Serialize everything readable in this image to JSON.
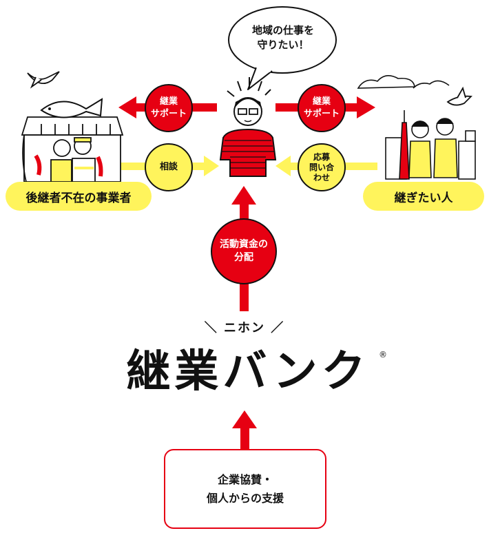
{
  "colors": {
    "red": "#e60012",
    "yellow": "#fff45c",
    "black": "#111111"
  },
  "speech_bubble": "地域の仕事を\n守りたい！",
  "left_red_circle": "継業\nサポート",
  "right_red_circle": "継業\nサポート",
  "left_yellow_circle": "相談",
  "right_yellow_circle": "応募\n問い合\nわせ",
  "left_pill": "後継者不在の事業者",
  "right_pill": "継ぎたい人",
  "center_red_circle": "活動資金の\n分配",
  "logo": {
    "tagline": "＼ ニホン ／",
    "name": "継業バンク",
    "registered": "®"
  },
  "support_box": "企業協賛・\n個人からの支援",
  "icons": [
    "fish-icon",
    "shop-illustration",
    "person-illustration",
    "city-illustration",
    "bird-icon",
    "cloud-icon"
  ]
}
